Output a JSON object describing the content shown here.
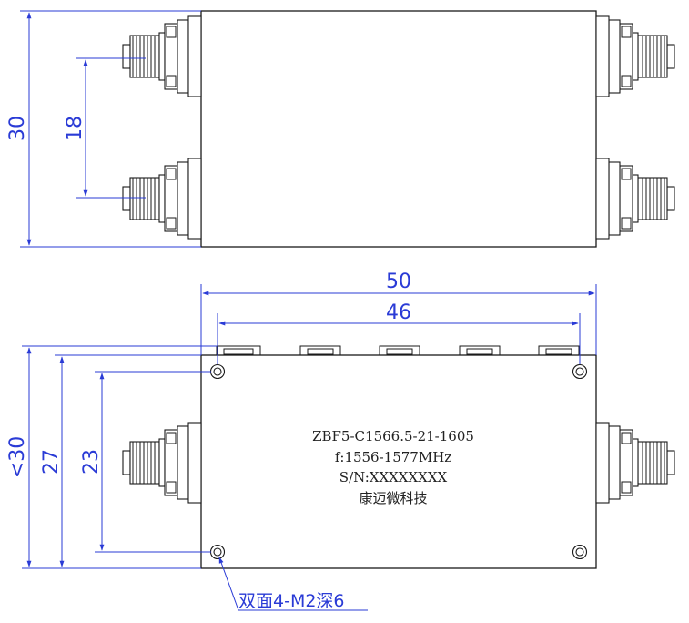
{
  "colors": {
    "outline": "#1a1a1a",
    "dimension": "#2a3bd6",
    "label": "#222222",
    "background": "#ffffff"
  },
  "top_view": {
    "dimensions": {
      "height": "30",
      "port_spacing": "18"
    }
  },
  "front_view": {
    "dimensions": {
      "total_width": "50",
      "hole_spacing_x": "46",
      "max_height": "<30",
      "body_height": "27",
      "hole_spacing_y": "23"
    },
    "label": {
      "model": "ZBF5-C1566.5-21-1605",
      "frequency": "f:1556-1577MHz",
      "serial": "S/N:XXXXXXXX",
      "company": "康迈微科技"
    },
    "mounting_note": "双面4-M2深6"
  }
}
